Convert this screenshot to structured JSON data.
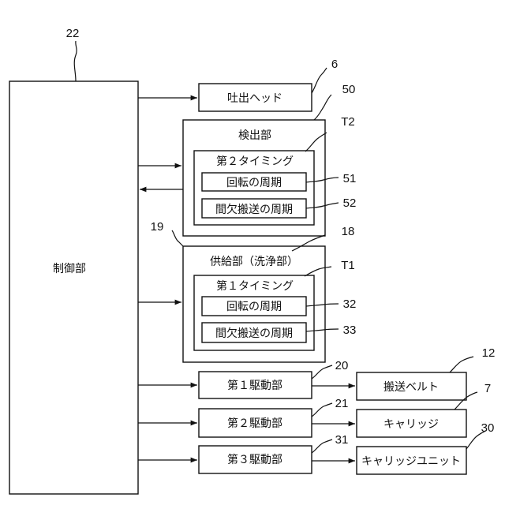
{
  "blocks": {
    "control": "制御部",
    "head": "吐出ヘッド",
    "detect": "検出部",
    "timing2": "第２タイミング",
    "rot2": "回転の周期",
    "int2": "間欠搬送の周期",
    "supply": "供給部（洗浄部）",
    "timing1": "第１タイミング",
    "rot1": "回転の周期",
    "int1": "間欠搬送の周期",
    "drive1": "第１駆動部",
    "drive2": "第２駆動部",
    "drive3": "第３駆動部",
    "belt": "搬送ベルト",
    "carriage": "キャリッジ",
    "carriage_unit": "キャリッジユニット"
  },
  "refs": {
    "control": "22",
    "head": "6",
    "detect": "50",
    "timing2": "T2",
    "rot2": "51",
    "int2": "52",
    "supply": "19",
    "supply_inner": "18",
    "timing1": "T1",
    "rot1": "32",
    "int1": "33",
    "drive1": "20",
    "drive2": "21",
    "drive3": "31",
    "belt": "12",
    "carriage": "7",
    "carriage_unit": "30"
  }
}
